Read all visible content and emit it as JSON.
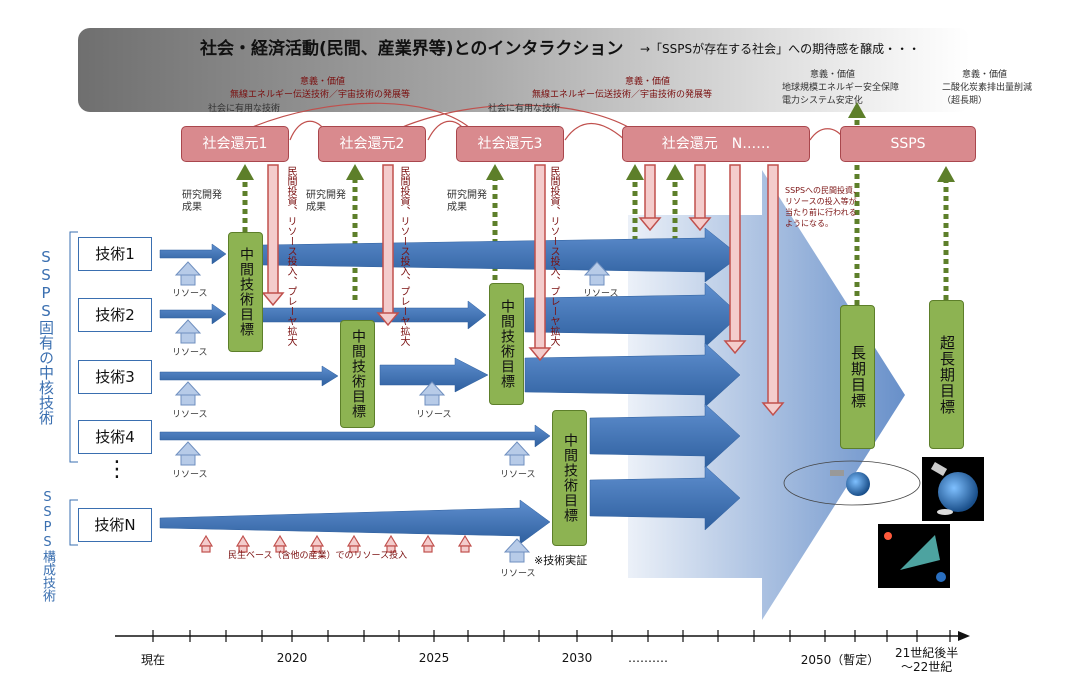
{
  "banner": {
    "title": "社会・経済活動(民間、産業界等)とのインタラクション",
    "subtitle": "→「SSPSが存在する社会」への期待感を醸成・・・"
  },
  "returns": [
    {
      "label": "社会還元1"
    },
    {
      "label": "社会還元2"
    },
    {
      "label": "社会還元3"
    },
    {
      "label": "社会還元　N‥‥‥"
    },
    {
      "label": "SSPS"
    }
  ],
  "value_notes": {
    "n1_title": "意義・価値",
    "n1_line1": "無線エネルギー伝送技術／宇宙技術の発展等",
    "n1_line2": "社会に有用な技術",
    "n2_title": "意義・価値",
    "n2_line1": "無線エネルギー伝送技術／宇宙技術の発展等",
    "n2_line2": "社会に有用な技術",
    "sp_title": "意義・価値",
    "sp_line1": "地球規模エネルギー安全保障",
    "sp_line2": "電力システム安定化",
    "ul_title": "意義・価値",
    "ul_line1": "二酸化炭素排出量削減",
    "ul_line2": "（超長期）"
  },
  "techs": [
    "技術1",
    "技術2",
    "技術3",
    "技術4",
    "技術N"
  ],
  "goals": {
    "intermediate": "中間技術目標",
    "long": "長期目標",
    "ultralong": "超長期目標"
  },
  "labels": {
    "research": "研究開発成果",
    "research_l1": "研究開発",
    "research_l2": "成果",
    "private_vertical": "民間投資、リソース投入、プレーヤ拡大",
    "resource": "リソース",
    "civil": "民生ベース（含他の産業）でのリソース投入",
    "demo": "※技術実証",
    "ssps_private_1": "SSPSへの民間投資、",
    "ssps_private_2": "リソースの投入等が",
    "ssps_private_3": "当たり前に行われる",
    "ssps_private_4": "ようになる。",
    "vdots": "⋮"
  },
  "side": {
    "core": "SSPS固有の中核技術",
    "constituent": "SSPS構成技術"
  },
  "timeline": {
    "now": "現在",
    "y2020": "2020",
    "y2025": "2025",
    "y2030": "2030",
    "dots": "‥‥‥‥‥",
    "y2050": "2050（暫定）",
    "late21_1": "21世紀後半",
    "late21_2": "～22世紀"
  },
  "colors": {
    "arrow_blue": "#3a6fb0",
    "goal_green": "#8db352",
    "return_pink": "#d98a8e",
    "banner_gray": "#8c8c8c",
    "arrow_red": "#c0504d"
  },
  "icons": [
    "satellite-orbit-icon",
    "satellite-earth-icon",
    "space-panel-icon"
  ]
}
